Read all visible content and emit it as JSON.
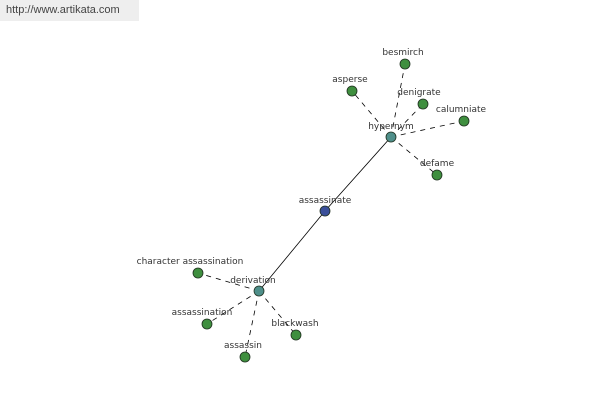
{
  "watermark": {
    "url": "http://www.artikata.com"
  },
  "graph": {
    "nodes": [
      {
        "id": "assassinate",
        "label": "assassinate",
        "kind": "center",
        "color": "#3a4f9a"
      },
      {
        "id": "hypernym",
        "label": "hypernym",
        "kind": "relation",
        "color": "#4f8f8a"
      },
      {
        "id": "derivation",
        "label": "derivation",
        "kind": "relation",
        "color": "#4f8f8a"
      },
      {
        "id": "besmirch",
        "label": "besmirch",
        "kind": "leaf",
        "color": "#3f8f3f"
      },
      {
        "id": "asperse",
        "label": "asperse",
        "kind": "leaf",
        "color": "#3f8f3f"
      },
      {
        "id": "denigrate",
        "label": "denigrate",
        "kind": "leaf",
        "color": "#3f8f3f"
      },
      {
        "id": "calumniate",
        "label": "calumniate",
        "kind": "leaf",
        "color": "#3f8f3f"
      },
      {
        "id": "defame",
        "label": "defame",
        "kind": "leaf",
        "color": "#3f8f3f"
      },
      {
        "id": "character-assassination",
        "label": "character assassination",
        "kind": "leaf",
        "color": "#3f8f3f"
      },
      {
        "id": "assassination",
        "label": "assassination",
        "kind": "leaf",
        "color": "#3f8f3f"
      },
      {
        "id": "assassin",
        "label": "assassin",
        "kind": "leaf",
        "color": "#3f8f3f"
      },
      {
        "id": "blackwash",
        "label": "blackwash",
        "kind": "leaf",
        "color": "#3f8f3f"
      }
    ],
    "edges": [
      {
        "from": "assassinate",
        "to": "hypernym",
        "style": "solid"
      },
      {
        "from": "assassinate",
        "to": "derivation",
        "style": "solid"
      },
      {
        "from": "hypernym",
        "to": "besmirch",
        "style": "dashed"
      },
      {
        "from": "hypernym",
        "to": "asperse",
        "style": "dashed"
      },
      {
        "from": "hypernym",
        "to": "denigrate",
        "style": "dashed"
      },
      {
        "from": "hypernym",
        "to": "calumniate",
        "style": "dashed"
      },
      {
        "from": "hypernym",
        "to": "defame",
        "style": "dashed"
      },
      {
        "from": "derivation",
        "to": "character-assassination",
        "style": "dashed"
      },
      {
        "from": "derivation",
        "to": "assassination",
        "style": "dashed"
      },
      {
        "from": "derivation",
        "to": "assassin",
        "style": "dashed"
      },
      {
        "from": "derivation",
        "to": "blackwash",
        "style": "dashed"
      }
    ]
  }
}
